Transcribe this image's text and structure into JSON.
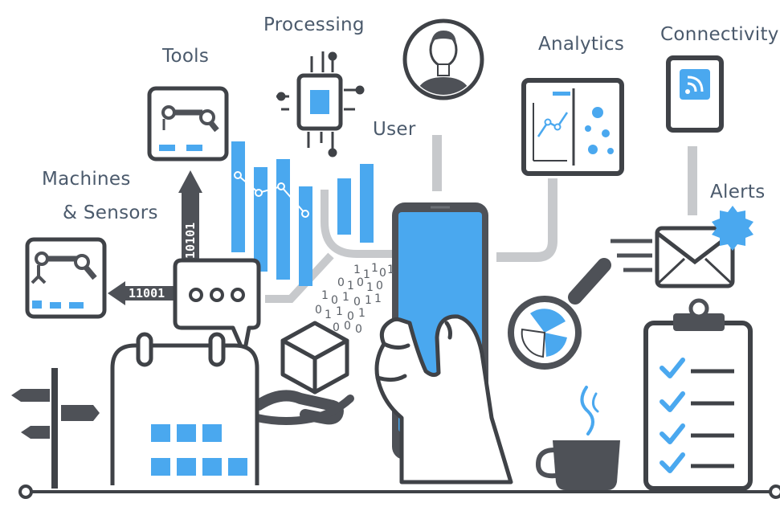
{
  "labels": {
    "tools": "Tools",
    "processing": "Processing",
    "analytics": "Analytics",
    "connectivity": "Connectivity",
    "user": "User",
    "machines": "Machines",
    "sensors": "& Sensors",
    "alerts": "Alerts"
  },
  "binary": {
    "left": "11001",
    "up": "10101",
    "scatter": [
      "1",
      "1",
      "1",
      "0",
      "1",
      "0",
      "1",
      "0",
      "1",
      "0",
      "1",
      "0",
      "1",
      "0",
      "1",
      "1",
      "0",
      "1",
      "1",
      "0",
      "1",
      "0",
      "0",
      "0"
    ]
  },
  "colors": {
    "dark": "#4e5157",
    "stroke": "#3f4247",
    "blue": "#4aa8ef",
    "grey": "#c7c9cc",
    "label": "#4b5a6c"
  },
  "icons": [
    "robot-arm-icon",
    "chip-icon",
    "user-icon",
    "analytics-board-icon",
    "wifi-icon",
    "envelope-icon",
    "alert-burst-icon",
    "smartphone-icon",
    "hand-icon",
    "chat-bubble-icon",
    "calendar-icon",
    "cube-icon",
    "magnifier-icon",
    "coffee-cup-icon",
    "clipboard-checklist-icon",
    "signpost-icon"
  ]
}
